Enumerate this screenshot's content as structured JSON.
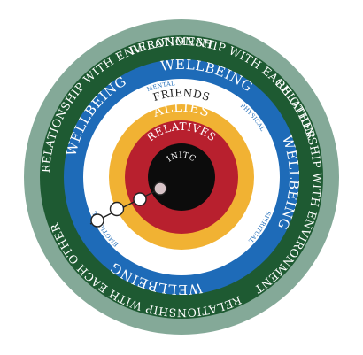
{
  "colors": {
    "outer_halo": "#6f9a86",
    "environment_ring": "#1e5a32",
    "wellbeing_ring": "#1e6bb8",
    "white_ring": "#ffffff",
    "allies_ring": "#f1b233",
    "relatives_ring": "#b8202e",
    "center": "#0c0c0c",
    "ring_text_light": "#ffffff",
    "friends_text": "#222222",
    "dot_fill": "#ffffff",
    "dot_fill_inner": "#d7c3c7",
    "dot_stroke": "#222222"
  },
  "rings": {
    "relationship_each_other_top": "RELATIONSHIP WITH EACH OTHER",
    "relationship_env_right": "RELATIONSHIP WITH ENVIRONMENT",
    "relationship_each_other_bottom": "RELATIONSHIP WITH EACH OTHER",
    "relationship_env_left": "RELATIONSHIP WITH ENVIRONMENT",
    "wellbeing_top": "WELLBEING",
    "wellbeing_right": "WELLBEING",
    "wellbeing_bottom": "WELLBEING",
    "wellbeing_left": "WELLBEING",
    "mental": "MENTAL",
    "physical": "PHYSICAL",
    "spiritual": "SPIRITUAL",
    "emotional": "EMOTIONAL",
    "friends": "FRIENDS",
    "allies": "ALLIES",
    "relatives": "RELATIVES",
    "center": "INITC"
  }
}
